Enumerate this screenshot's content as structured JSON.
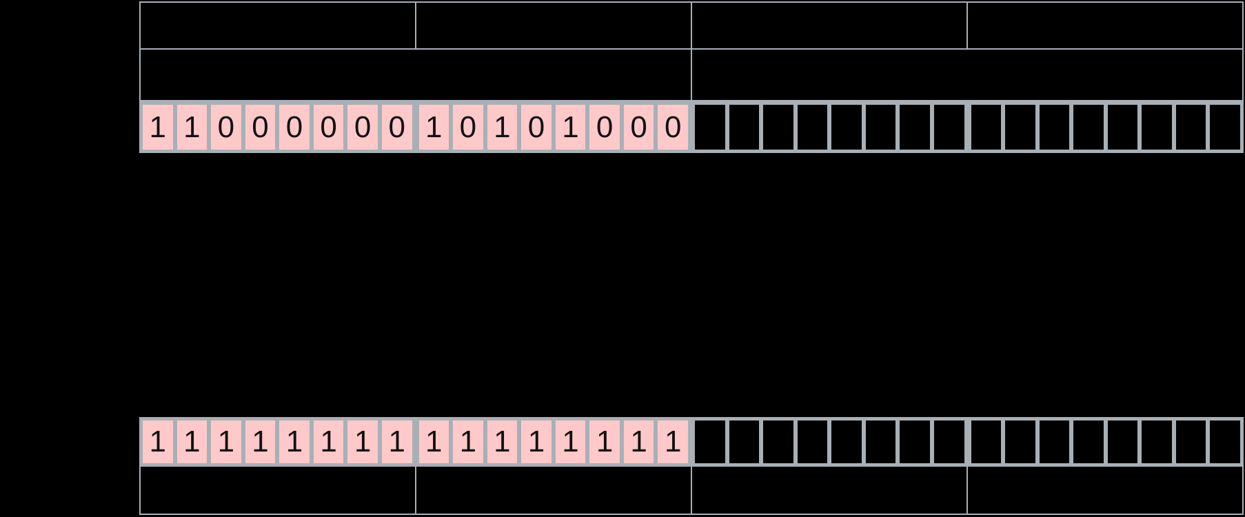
{
  "colors": {
    "background": "#000000",
    "grid_border": "#a8b0b6",
    "bit_cell_filled": "#ffc9c9",
    "bit_cell_empty": "#000000",
    "bit_digit": "#111111"
  },
  "ip_table": {
    "octet_header_cells": [
      "",
      "",
      "",
      ""
    ],
    "portion_cells": [
      "",
      ""
    ],
    "bit_groups": [
      [
        "1",
        "1",
        "0",
        "0",
        "0",
        "0",
        "0",
        "0"
      ],
      [
        "1",
        "0",
        "1",
        "0",
        "1",
        "0",
        "0",
        "0"
      ],
      [
        "",
        "",
        "",
        "",
        "",
        "",
        "",
        ""
      ],
      [
        "",
        "",
        "",
        "",
        "",
        "",
        "",
        ""
      ]
    ]
  },
  "subnet_mask_table": {
    "bit_groups": [
      [
        "1",
        "1",
        "1",
        "1",
        "1",
        "1",
        "1",
        "1"
      ],
      [
        "1",
        "1",
        "1",
        "1",
        "1",
        "1",
        "1",
        "1"
      ],
      [
        "",
        "",
        "",
        "",
        "",
        "",
        "",
        ""
      ],
      [
        "",
        "",
        "",
        "",
        "",
        "",
        "",
        ""
      ]
    ],
    "octet_footer_cells": [
      "",
      "",
      "",
      ""
    ]
  }
}
